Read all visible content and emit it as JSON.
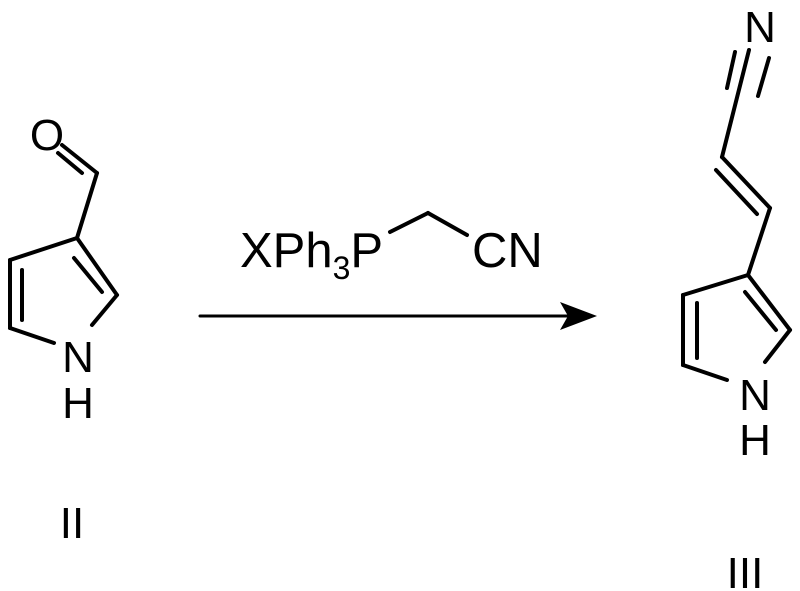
{
  "reactant": {
    "label": "II",
    "atoms": {
      "oxygen": "O",
      "nitrogen": "N",
      "hydrogen": "H"
    }
  },
  "reagent": {
    "prefix": "XPh",
    "subscript": "3",
    "phosphorus": "P",
    "nitrile": "CN"
  },
  "product": {
    "label": "III",
    "atoms": {
      "nitrile_nitrogen": "N",
      "nitrogen": "N",
      "hydrogen": "H"
    }
  },
  "colors": {
    "ink": "#000000",
    "background": "#ffffff"
  }
}
